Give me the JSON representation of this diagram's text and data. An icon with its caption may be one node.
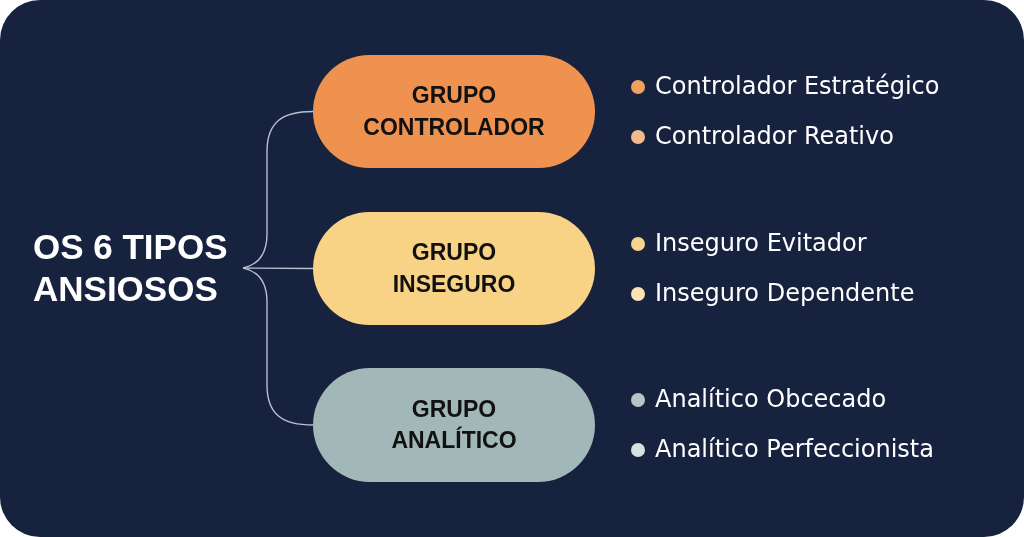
{
  "diagram": {
    "nodes": [
      {
        "text": [
          "OS 6 TIPOS ANSIOSOS"
        ]
      },
      {
        "text": [
          "GRUPO CONTROLADOR"
        ],
        "beside": [
          "Controlador Estratégico",
          "Controlador Reativo"
        ]
      },
      {
        "text": [
          "GRUPO INSEGURO"
        ],
        "beside": [
          "Inseguro Evitador",
          "Inseguro Dependente"
        ]
      },
      {
        "text": [
          "GRUPO ANALÍTICO"
        ],
        "beside": [
          "Analítico Obcecado",
          "Analítico Perfeccionista"
        ]
      }
    ],
    "edges": [
      {
        "from": 0,
        "to": 1,
        "arrow": "none"
      },
      {
        "from": 0,
        "to": 2,
        "arrow": "none"
      },
      {
        "from": 0,
        "to": 3,
        "arrow": "none"
      }
    ]
  }
}
